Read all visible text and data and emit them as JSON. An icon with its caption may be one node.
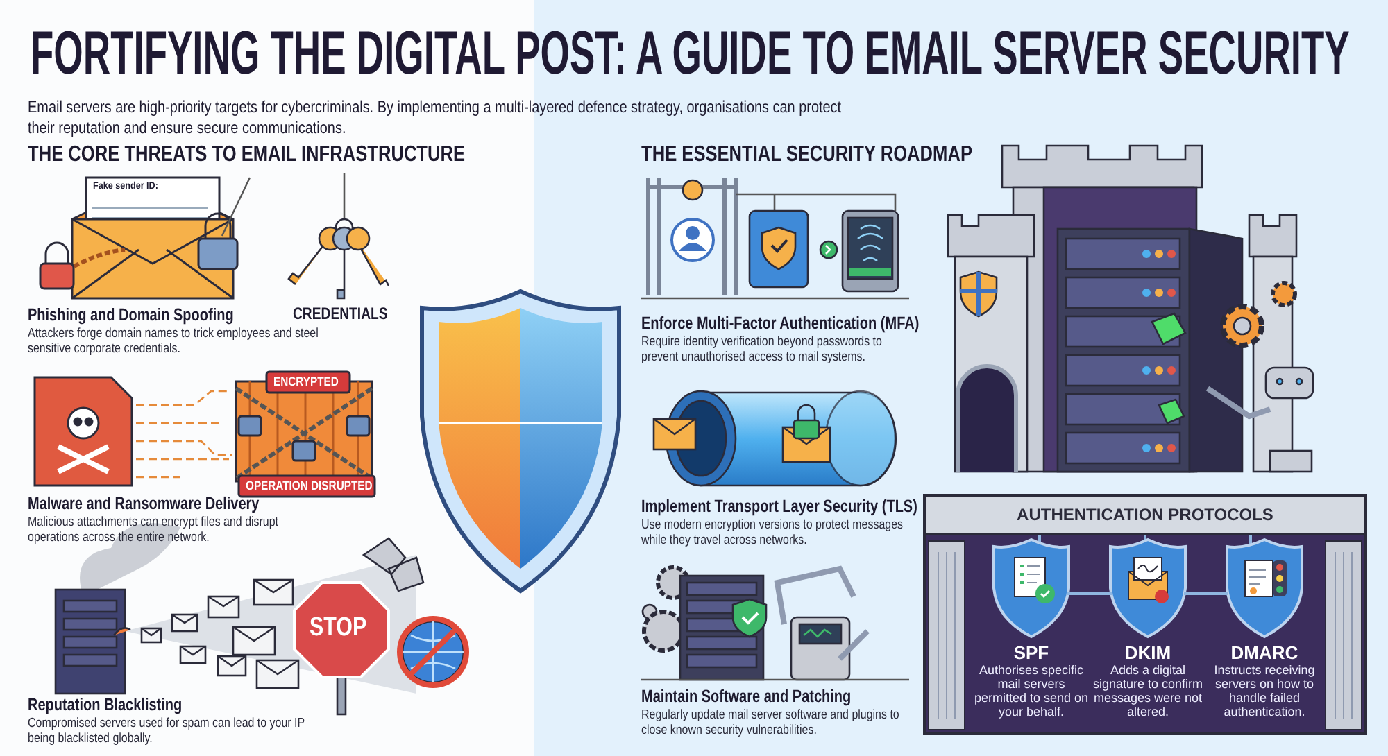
{
  "diagram": {
    "title": "FORTIFYING THE DIGITAL POST: A GUIDE TO EMAIL SERVER SECURITY",
    "nodes": [
      {
        "text": [
          "Phishing and Domain Spoofing",
          "Attackers forge domain names to trick employees and steel sensitive corporate credentials."
        ]
      },
      {
        "text": [
          "Malware and Ransomware Delivery",
          "Malicious attachments can encrypt files and disrupt operations across the entire network."
        ]
      },
      {
        "text": [
          "Reputation Blacklisting",
          "Compromised servers used for spam can lead to your IP being blacklisted globally."
        ]
      },
      {
        "text": [
          "Enforce Multi-Factor Authentication (MFA)",
          "Require identity verification beyond passwords to prevent unauthorised access to mail systems."
        ]
      },
      {
        "text": [
          "Implement Transport Layer Security (TLS)",
          "Use modern encryption versions to protect messages while they travel across networks."
        ]
      },
      {
        "text": [
          "Maintain Software and Patching",
          "Regularly update mail server software and plugins to close known security vulnerabilities."
        ]
      },
      {
        "text": [
          "AUTHENTICATION PROTOCOLS"
        ]
      },
      {
        "text": [
          "SPF",
          "Authorises specific mail servers permitted to send on your behalf."
        ],
        "in": 6
      },
      {
        "text": [
          "DKIM",
          "Adds a digital signature to confirm messages were not altered."
        ],
        "in": 6
      },
      {
        "text": [
          "DMARC",
          "Instructs receiving servers on how to handle failed authentication."
        ],
        "in": 6
      }
    ],
    "edges": [
      {
        "from": 7,
        "to": 8,
        "arrow": "none"
      },
      {
        "from": 8,
        "to": 9,
        "arrow": "none"
      }
    ],
    "labels": [
      "Email servers are high-priority targets for cybercriminals. By implementing a multi-layered defence strategy, organisations can protect their reputation and ensure secure communications.",
      "THE CORE THREATS TO EMAIL INFRASTRUCTURE",
      "Fake sender ID:",
      "CREDENTIALS",
      "ENCRYPTED",
      "OPERATION DISRUPTED",
      "STOP",
      "THE ESSENTIAL SECURITY ROADMAP"
    ]
  }
}
